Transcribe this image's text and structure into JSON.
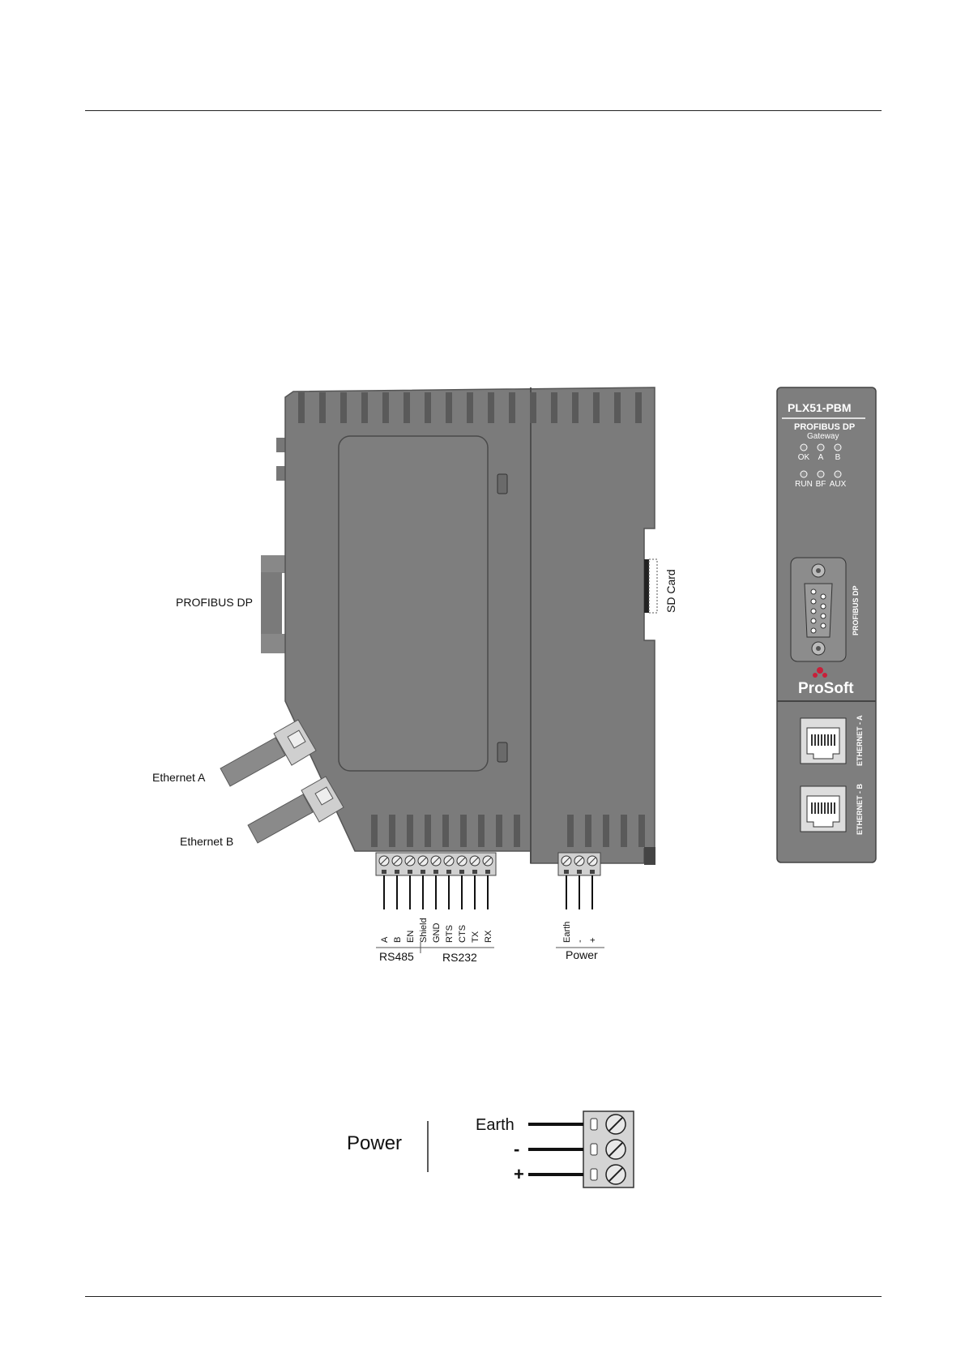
{
  "side_view": {
    "labels": {
      "profibus": "PROFIBUS DP",
      "ethernet_a": "Ethernet A",
      "ethernet_b": "Ethernet B",
      "sd_card": "SD Card"
    },
    "serial_pins": [
      "A",
      "B",
      "EN",
      "Shield",
      "GND",
      "RTS",
      "CTS",
      "TX",
      "RX"
    ],
    "serial_groups": {
      "rs485": "RS485",
      "rs232": "RS232"
    },
    "power_pins": [
      "Earth",
      "-",
      "+"
    ],
    "power_group": "Power"
  },
  "front_panel": {
    "model": "PLX51-PBM",
    "subtitle_1": "PROFIBUS DP",
    "subtitle_2": "Gateway",
    "leds_row1": [
      "OK",
      "A",
      "B"
    ],
    "leds_row2": [
      "RUN",
      "BF",
      "AUX"
    ],
    "port_label": "PROFIBUS DP",
    "brand": "ProSoft",
    "ethernet_a": "ETHERNET - A",
    "ethernet_b": "ETHERNET - B"
  },
  "power_connector": {
    "title": "Power",
    "pins": [
      "Earth",
      "-",
      "+"
    ]
  }
}
